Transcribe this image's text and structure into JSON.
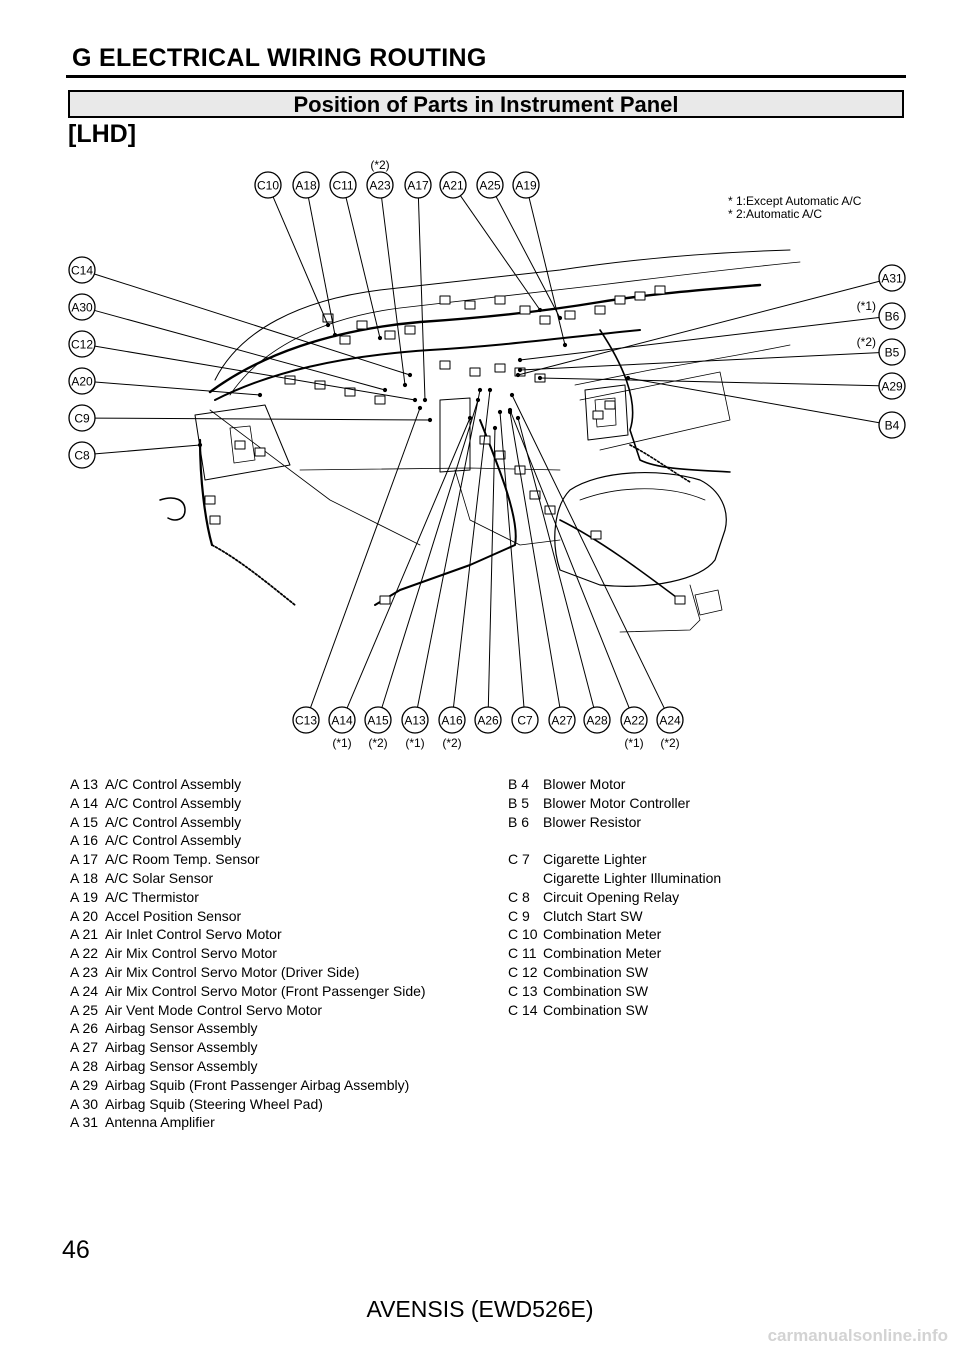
{
  "header": {
    "section_title": "G  ELECTRICAL WIRING ROUTING",
    "subtitle": "Position of Parts in Instrument Panel",
    "variant": "[LHD]"
  },
  "notes": [
    "* 1:Except Automatic A/C",
    "* 2:Automatic A/C"
  ],
  "callouts": {
    "top": [
      {
        "code": "C10"
      },
      {
        "code": "A18"
      },
      {
        "code": "C11"
      },
      {
        "code": "A23",
        "note": "(*2)"
      },
      {
        "code": "A17"
      },
      {
        "code": "A21"
      },
      {
        "code": "A25"
      },
      {
        "code": "A19"
      }
    ],
    "left": [
      {
        "code": "C14"
      },
      {
        "code": "A30"
      },
      {
        "code": "C12"
      },
      {
        "code": "A20"
      },
      {
        "code": "C9"
      },
      {
        "code": "C8"
      }
    ],
    "right": [
      {
        "code": "A31"
      },
      {
        "code": "B6",
        "note": "(*1)"
      },
      {
        "code": "B5",
        "note": "(*2)"
      },
      {
        "code": "A29"
      },
      {
        "code": "B4"
      }
    ],
    "bottom": [
      {
        "code": "C13"
      },
      {
        "code": "A14",
        "note": "(*1)"
      },
      {
        "code": "A15",
        "note": "(*2)"
      },
      {
        "code": "A13",
        "note": "(*1)"
      },
      {
        "code": "A16",
        "note": "(*2)"
      },
      {
        "code": "A26"
      },
      {
        "code": "C7"
      },
      {
        "code": "A27"
      },
      {
        "code": "A28"
      },
      {
        "code": "A22",
        "note": "(*1)"
      },
      {
        "code": "A24",
        "note": "(*2)"
      }
    ]
  },
  "legend_left": [
    {
      "code": "A 13",
      "name": "A/C Control Assembly"
    },
    {
      "code": "A 14",
      "name": "A/C Control Assembly"
    },
    {
      "code": "A 15",
      "name": "A/C Control Assembly"
    },
    {
      "code": "A 16",
      "name": "A/C Control Assembly"
    },
    {
      "code": "A 17",
      "name": "A/C Room Temp. Sensor"
    },
    {
      "code": "A 18",
      "name": "A/C Solar Sensor"
    },
    {
      "code": "A 19",
      "name": "A/C Thermistor"
    },
    {
      "code": "A 20",
      "name": "Accel Position Sensor"
    },
    {
      "code": "A 21",
      "name": "Air Inlet Control Servo Motor"
    },
    {
      "code": "A 22",
      "name": "Air Mix Control Servo Motor"
    },
    {
      "code": "A 23",
      "name": "Air Mix Control Servo Motor (Driver Side)"
    },
    {
      "code": "A 24",
      "name": "Air Mix Control Servo Motor (Front Passenger Side)"
    },
    {
      "code": "A 25",
      "name": "Air Vent Mode Control Servo Motor"
    },
    {
      "code": "A 26",
      "name": "Airbag Sensor Assembly"
    },
    {
      "code": "A 27",
      "name": "Airbag Sensor Assembly"
    },
    {
      "code": "A 28",
      "name": "Airbag Sensor Assembly"
    },
    {
      "code": "A 29",
      "name": "Airbag Squib (Front Passenger Airbag Assembly)"
    },
    {
      "code": "A 30",
      "name": "Airbag Squib (Steering Wheel Pad)"
    },
    {
      "code": "A 31",
      "name": "Antenna Amplifier"
    }
  ],
  "legend_right_b": [
    {
      "code": "B  4",
      "name": "Blower Motor"
    },
    {
      "code": "B  5",
      "name": "Blower Motor Controller"
    },
    {
      "code": "B  6",
      "name": "Blower Resistor"
    }
  ],
  "legend_right_c7": {
    "code": "C  7",
    "name": "Cigarette Lighter",
    "name2": "Cigarette Lighter Illumination"
  },
  "legend_right_c": [
    {
      "code": "C  8",
      "name": "Circuit Opening Relay"
    },
    {
      "code": "C  9",
      "name": "Clutch Start SW"
    },
    {
      "code": "C 10",
      "name": "Combination Meter"
    },
    {
      "code": "C 11",
      "name": "Combination Meter"
    },
    {
      "code": "C 12",
      "name": "Combination SW"
    },
    {
      "code": "C 13",
      "name": "Combination SW"
    },
    {
      "code": "C 14",
      "name": "Combination SW"
    }
  ],
  "footer": {
    "page_number": "46",
    "model": "AVENSIS (EWD526E)",
    "watermark": "carmanualsonline.info"
  }
}
